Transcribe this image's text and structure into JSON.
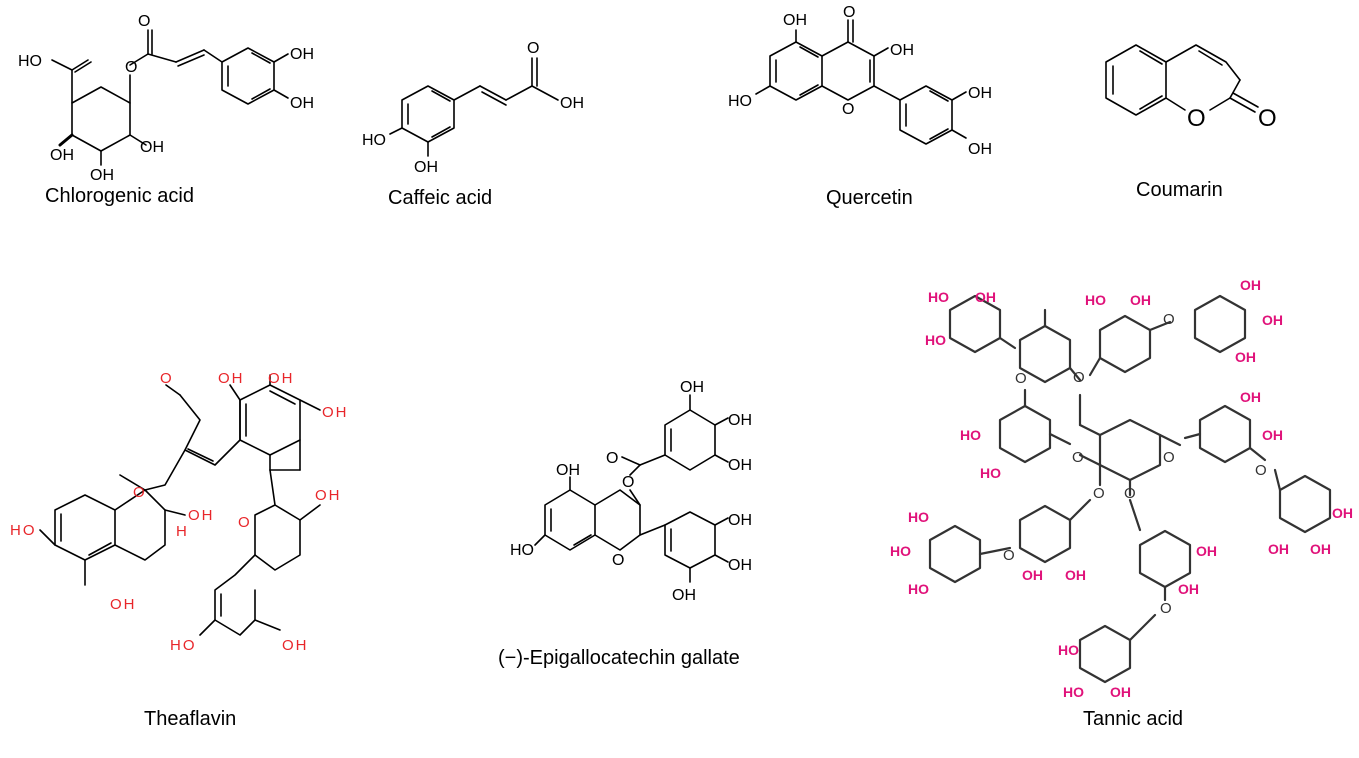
{
  "figure": {
    "compounds": [
      {
        "id": "chlorogenic",
        "name": "Chlorogenic acid"
      },
      {
        "id": "caffeic",
        "name": "Caffeic acid"
      },
      {
        "id": "quercetin",
        "name": "Quercetin"
      },
      {
        "id": "coumarin",
        "name": "Coumarin"
      },
      {
        "id": "theaflavin",
        "name": "Theaflavin"
      },
      {
        "id": "egcg",
        "name": "(−)-Epigallocatechin gallate"
      },
      {
        "id": "tannic",
        "name": "Tannic acid"
      }
    ],
    "atom_labels": {
      "oh": "OH",
      "ho": "HO",
      "o": "O",
      "h": "H",
      "o_red": "O",
      "oh_red": "OH",
      "ho_red": "HO",
      "h_red": "H"
    },
    "colors": {
      "structure_black": "#000000",
      "theaflavin_heteroatom": "#e8262a",
      "tannic_hydroxyl": "#e0127a",
      "tannic_bond": "#333333"
    }
  }
}
